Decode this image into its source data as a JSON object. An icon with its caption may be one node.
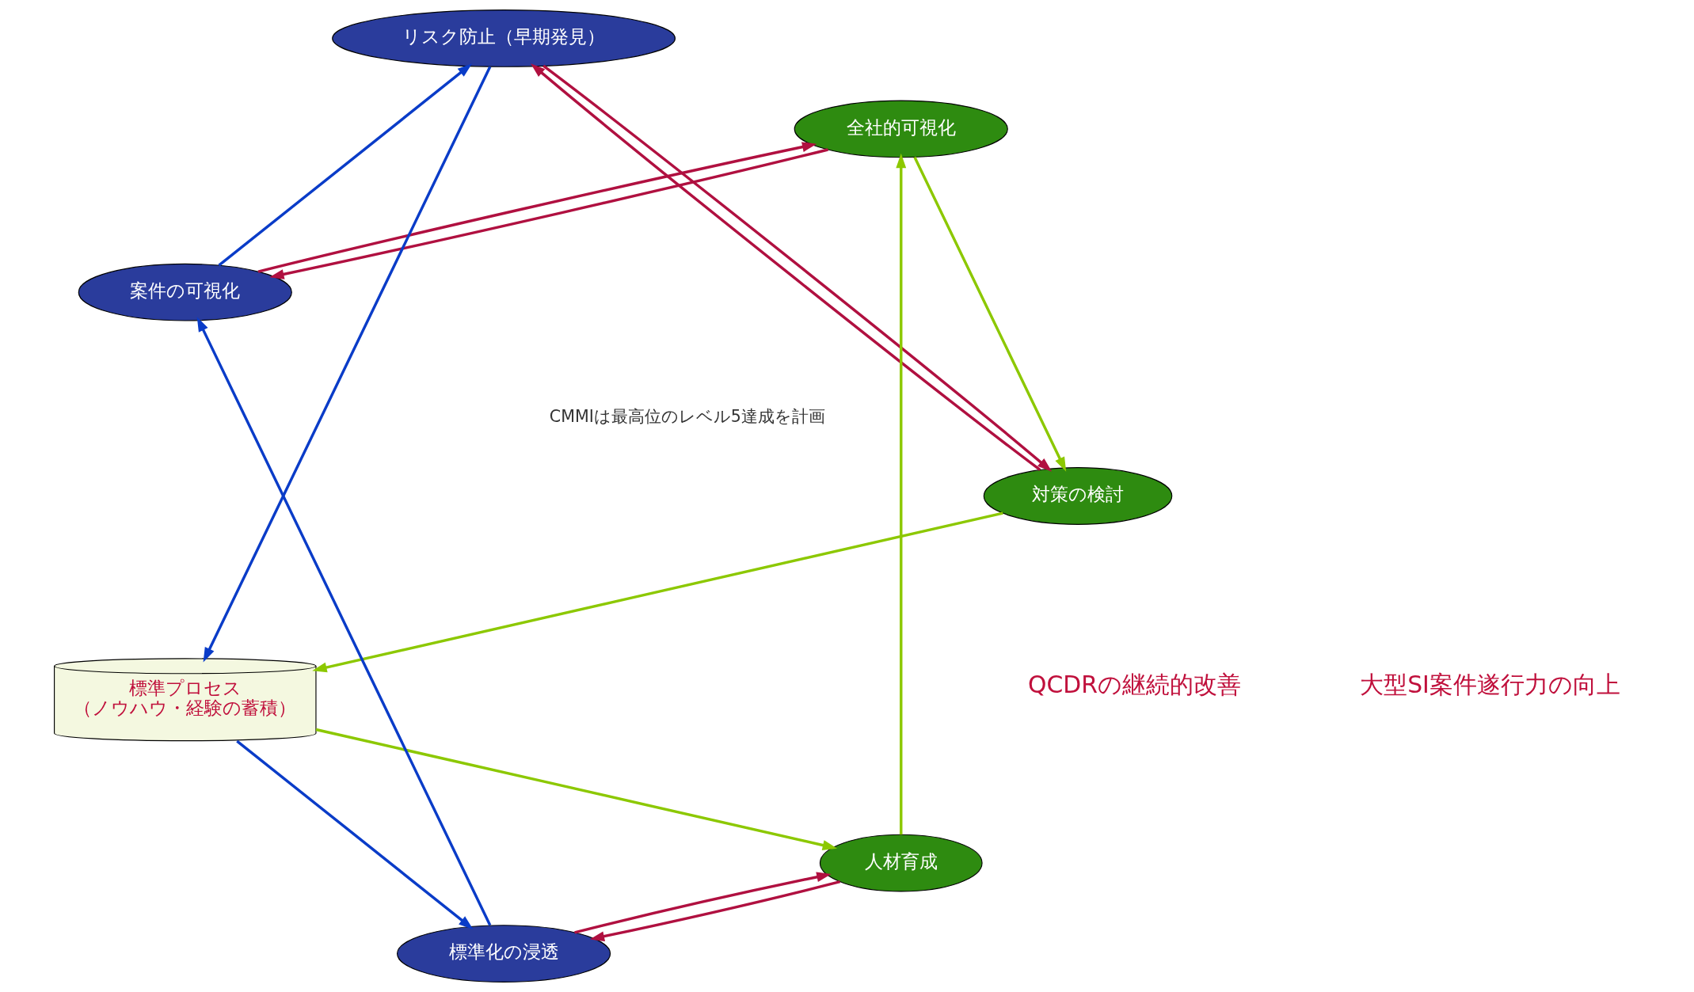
{
  "diagram": {
    "nodes": [
      {
        "text": [
          "全社的可視化"
        ]
      },
      {
        "text": [
          "案件の可視化"
        ]
      },
      {
        "text": [
          "対策の検討"
        ]
      },
      {
        "text": [
          "リスク防止（早期発見）"
        ]
      },
      {
        "text": [
          "標準プロセス",
          "（ノウハウ・経験の蓄積）"
        ]
      },
      {
        "text": [
          "人材育成"
        ]
      },
      {
        "text": [
          "標準化の浸透"
        ]
      }
    ],
    "edges": [
      {
        "from": 0,
        "to": 2,
        "arrow": "to",
        "color": "#8cc800"
      },
      {
        "from": 2,
        "to": 4,
        "arrow": "to",
        "color": "#8cc800"
      },
      {
        "from": 4,
        "to": 5,
        "arrow": "to",
        "color": "#8cc800"
      },
      {
        "from": 5,
        "to": 0,
        "arrow": "to",
        "color": "#8cc800"
      },
      {
        "from": 1,
        "to": 3,
        "arrow": "to",
        "color": "#0a3cc8"
      },
      {
        "from": 3,
        "to": 4,
        "arrow": "to",
        "color": "#0a3cc8"
      },
      {
        "from": 4,
        "to": 6,
        "arrow": "to",
        "color": "#0a3cc8"
      },
      {
        "from": 6,
        "to": 1,
        "arrow": "to",
        "color": "#0a3cc8"
      },
      {
        "from": 0,
        "to": 1,
        "arrow": "to",
        "color": "#b01040"
      },
      {
        "from": 1,
        "to": 0,
        "arrow": "to",
        "color": "#b01040"
      },
      {
        "from": 5,
        "to": 6,
        "arrow": "to",
        "color": "#b01040"
      },
      {
        "from": 6,
        "to": 5,
        "arrow": "to",
        "color": "#b01040"
      },
      {
        "from": 2,
        "to": 3,
        "arrow": "to",
        "color": "#b01040"
      },
      {
        "from": 3,
        "to": 2,
        "arrow": "to",
        "color": "#b01040"
      }
    ],
    "labels": [
      "QCDRの継続的改善",
      "大型SI案件遂行力の向上",
      "CMMIは最高位のレベル5達成を計画"
    ]
  }
}
